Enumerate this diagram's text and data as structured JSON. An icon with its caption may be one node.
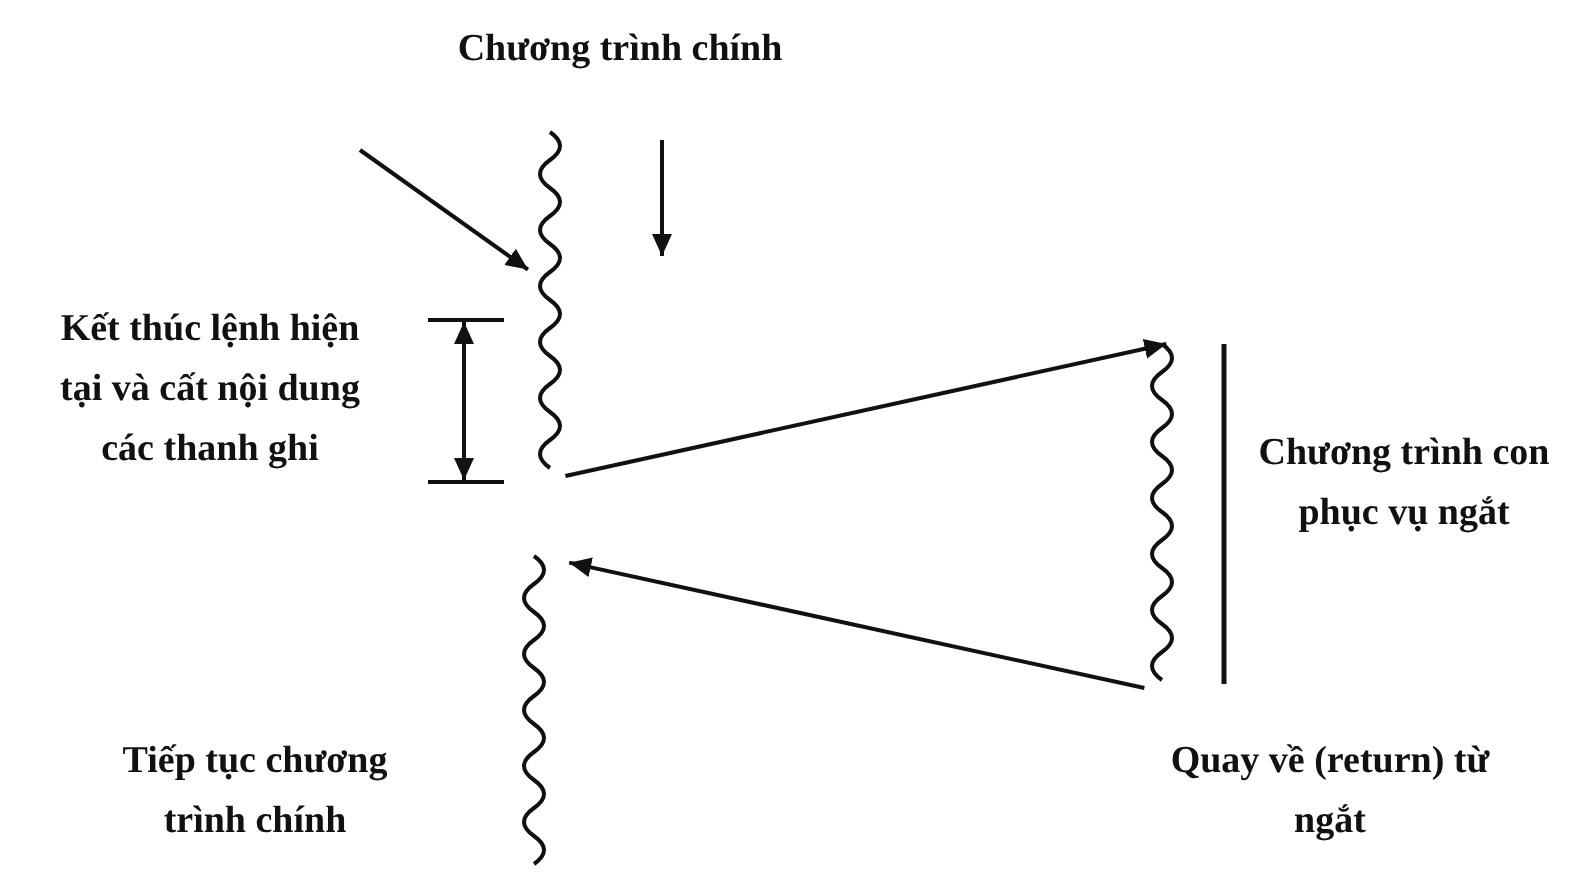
{
  "diagram": {
    "nodes": [
      {
        "text": [],
        "shape": "line",
        "beside": [
          "Chương trình chính"
        ]
      },
      {
        "text": [],
        "shape": "line",
        "beside": [
          "Chương trình con phục vụ ngắt"
        ]
      },
      {
        "text": [],
        "shape": "line",
        "beside": [
          "Tiếp tục chương trình chính"
        ]
      }
    ],
    "edges": [
      {
        "from": null,
        "to": 0,
        "arrow": "to"
      },
      {
        "from": 0,
        "to": 1,
        "arrow": "to"
      },
      {
        "from": 1,
        "to": 2,
        "arrow": "to",
        "label": "Quay về (return) từ ngắt"
      }
    ],
    "labels": [
      "Kết thúc lệnh hiện tại và cất nội dung các thanh ghi"
    ]
  }
}
